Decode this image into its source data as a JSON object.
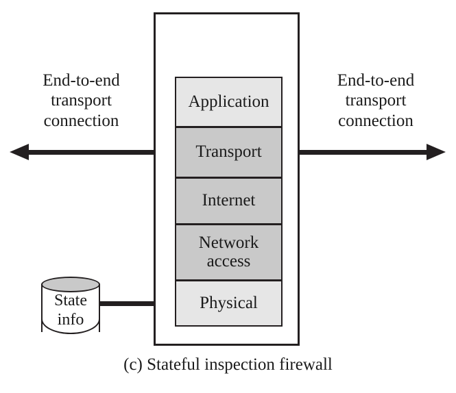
{
  "figure": {
    "caption": "(c) Stateful inspection firewall",
    "background_color": "#ffffff",
    "line_color": "#231f20"
  },
  "firewall_enclosure": {
    "name": "firewall-boundary"
  },
  "protocol_stack": {
    "layers": [
      {
        "label": "Application",
        "fill": "#e6e6e6"
      },
      {
        "label": "Transport",
        "fill": "#c9c9c9"
      },
      {
        "label": "Internet",
        "fill": "#c9c9c9"
      },
      {
        "label": "Network access",
        "line1": "Network",
        "line2": "access",
        "fill": "#c9c9c9"
      },
      {
        "label": "Physical",
        "fill": "#e6e6e6"
      }
    ]
  },
  "connections": {
    "left": {
      "line1": "End-to-end",
      "line2": "transport",
      "line3": "connection",
      "arrow_direction": "left"
    },
    "right": {
      "line1": "End-to-end",
      "line2": "transport",
      "line3": "connection",
      "arrow_direction": "right"
    }
  },
  "state_store": {
    "line1": "State",
    "line2": "info",
    "shape": "cylinder",
    "top_fill": "#c9c9c9",
    "body_fill": "#ffffff"
  }
}
